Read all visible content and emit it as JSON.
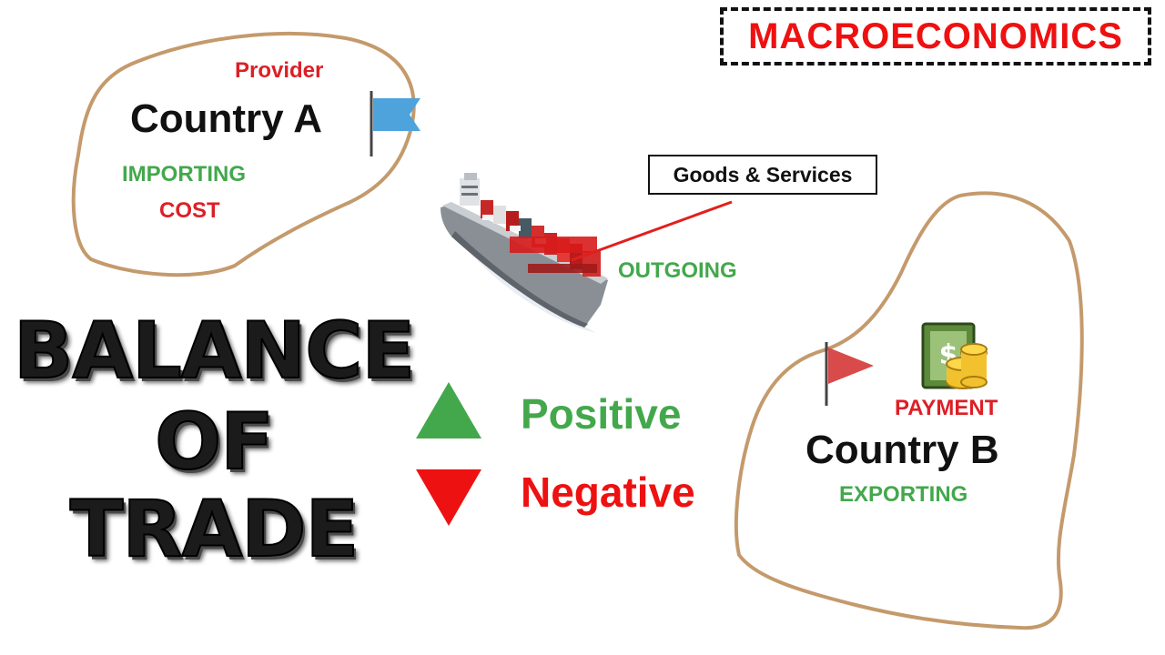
{
  "header": {
    "badge": "MACROECONOMICS"
  },
  "country_a": {
    "role": "Provider",
    "name": "Country A",
    "activity": "IMPORTING",
    "flow": "COST",
    "flag_color": "#4ea3dd"
  },
  "shipment": {
    "label": "Goods & Services",
    "direction": "OUTGOING"
  },
  "title": {
    "line1": "BALANCE",
    "line2": "OF",
    "line3": "TRADE"
  },
  "balance": {
    "positive": "Positive",
    "negative": "Negative",
    "positive_color": "#43a84c",
    "negative_color": "#ee1111"
  },
  "country_b": {
    "flow": "PAYMENT",
    "name": "Country B",
    "activity": "EXPORTING",
    "flag_color": "#d94a4a"
  },
  "colors": {
    "island_outline": "#c49a6c",
    "accent_red": "#ee1111",
    "accent_green": "#43a84c"
  },
  "icons": [
    "flag-icon",
    "cargo-ship-icon",
    "money-icon",
    "arrow-up-icon",
    "arrow-down-icon"
  ]
}
